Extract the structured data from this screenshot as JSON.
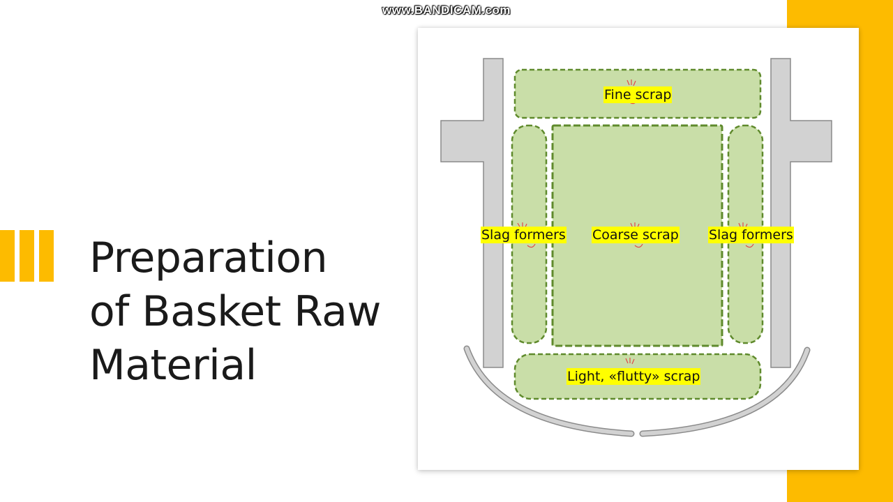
{
  "watermark": "www.BANDICAM.com",
  "colors": {
    "accent": "#fdbb00",
    "zone_fill": "#c9dea8",
    "zone_border": "#5f8a2c",
    "wall": "#d2d2d2",
    "wall_border": "#8a8a8a",
    "label_bg": "#ffff00"
  },
  "slide": {
    "title_lines": [
      "Preparation",
      "of Basket Raw",
      "Material"
    ]
  },
  "diagram": {
    "labels": {
      "fine": "Fine scrap",
      "slag_left": "Slag formers",
      "coarse": "Coarse scrap",
      "slag_right": "Slag formers",
      "light": "Light, «flutty» scrap"
    }
  }
}
